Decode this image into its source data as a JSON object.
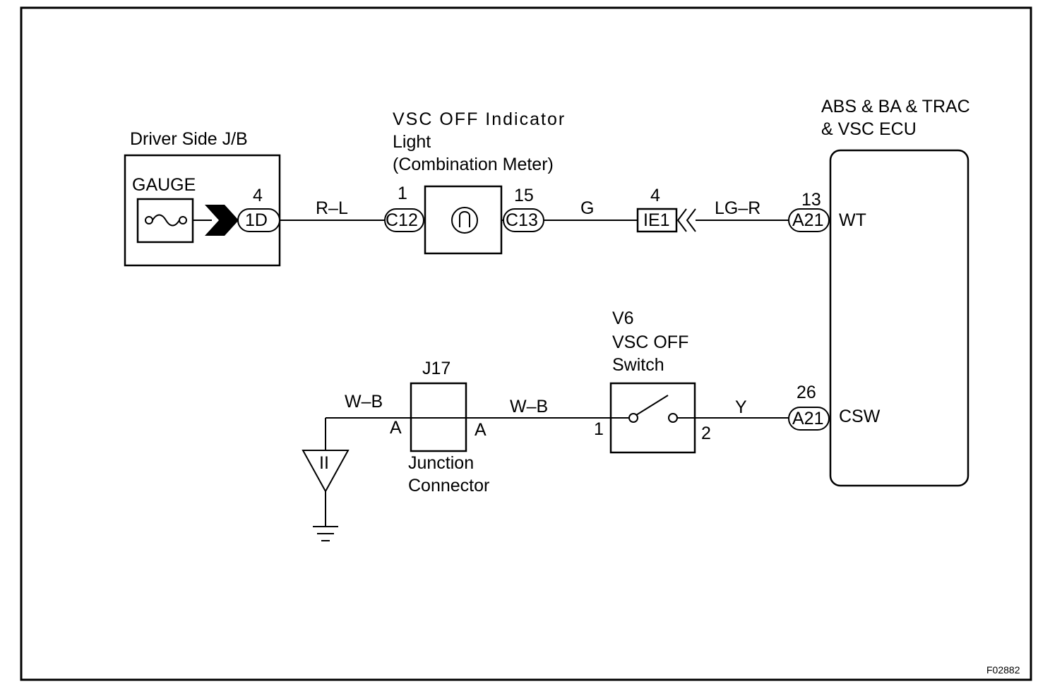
{
  "components": {
    "junction_block": {
      "name": "Driver Side J/B",
      "fuse": "GAUGE"
    },
    "indicator_light": {
      "name_line1": "VSC OFF Indicator",
      "name_line2": "Light",
      "name_line3": "(Combination Meter)"
    },
    "ecu": {
      "name_line1": "ABS & BA & TRAC",
      "name_line2": "& VSC ECU",
      "terminal_wt": "WT",
      "terminal_csw": "CSW"
    },
    "switch": {
      "code": "V6",
      "name_line1": "VSC OFF",
      "name_line2": "Switch",
      "pin1": "1",
      "pin2": "2"
    },
    "junction_connector": {
      "code": "J17",
      "name_line1": "Junction",
      "name_line2": "Connector",
      "pin_left": "A",
      "pin_right": "A"
    },
    "ground": {
      "code": "II"
    }
  },
  "connectors": {
    "c_1d": {
      "code": "1D",
      "pin": "4"
    },
    "c_c12": {
      "code": "C12",
      "pin": "1"
    },
    "c_c13": {
      "code": "C13",
      "pin": "15"
    },
    "c_ie1": {
      "code": "IE1",
      "pin": "4"
    },
    "c_a21_wt": {
      "code": "A21",
      "pin": "13"
    },
    "c_a21_csw": {
      "code": "A21",
      "pin": "26"
    }
  },
  "wires": {
    "rl": "R–L",
    "g": "G",
    "lgr": "LG–R",
    "wb_ground": "W–B",
    "wb_switch": "W–B",
    "y": "Y"
  },
  "figure_id": "F02882"
}
